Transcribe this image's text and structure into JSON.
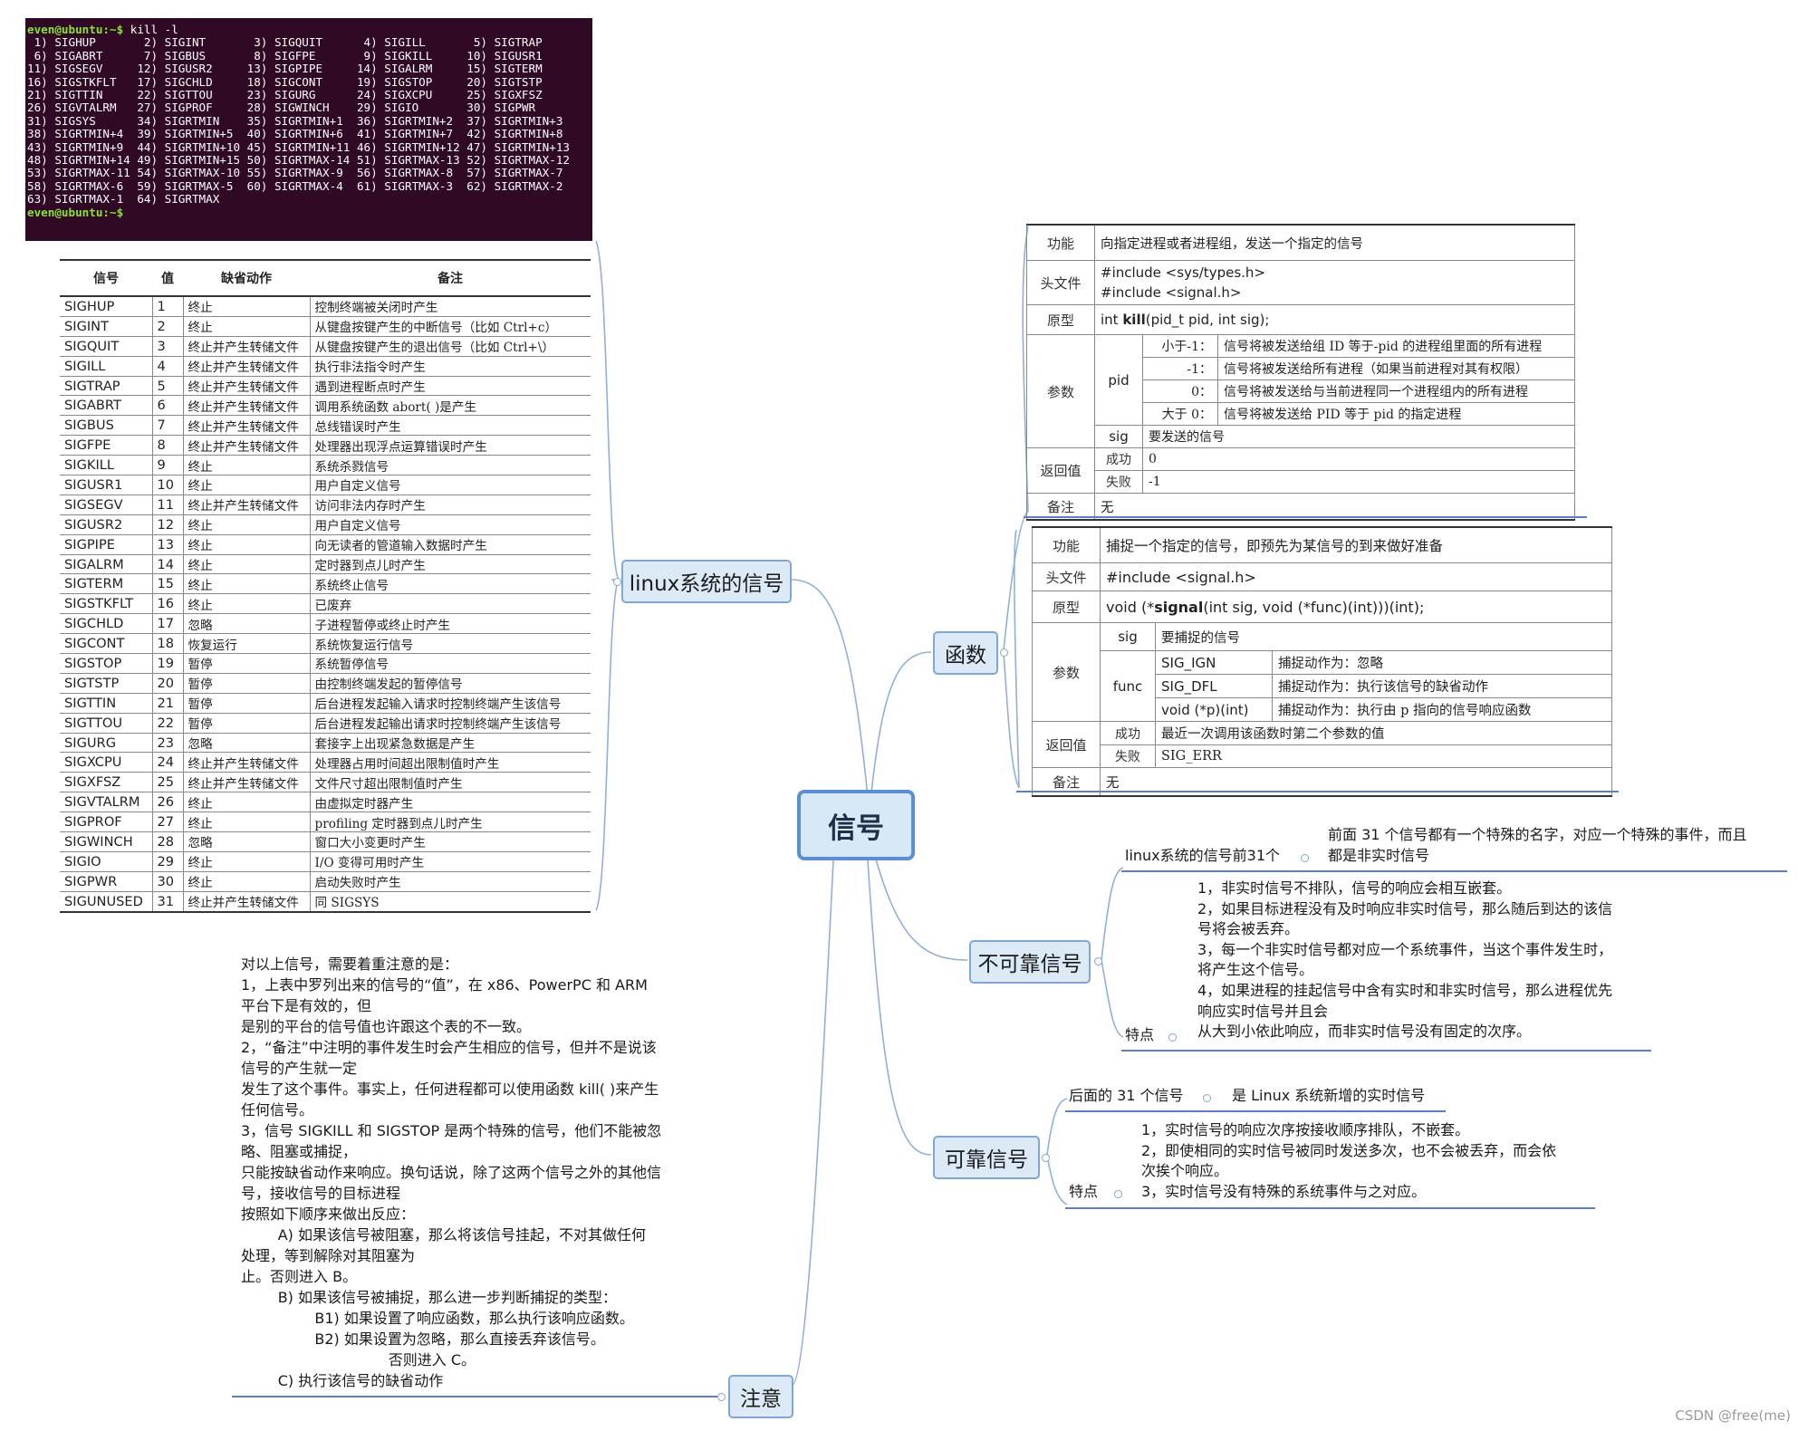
{
  "terminal": {
    "prompt1": "even@ubuntu:~$",
    "command": " kill -l",
    "lines": [
      " 1) SIGHUP       2) SIGINT       3) SIGQUIT      4) SIGILL       5) SIGTRAP",
      " 6) SIGABRT      7) SIGBUS       8) SIGFPE       9) SIGKILL     10) SIGUSR1",
      "11) SIGSEGV     12) SIGUSR2     13) SIGPIPE     14) SIGALRM     15) SIGTERM",
      "16) SIGSTKFLT   17) SIGCHLD     18) SIGCONT     19) SIGSTOP     20) SIGTSTP",
      "21) SIGTTIN     22) SIGTTOU     23) SIGURG      24) SIGXCPU     25) SIGXFSZ",
      "26) SIGVTALRM   27) SIGPROF     28) SIGWINCH    29) SIGIO       30) SIGPWR",
      "31) SIGSYS      34) SIGRTMIN    35) SIGRTMIN+1  36) SIGRTMIN+2  37) SIGRTMIN+3",
      "38) SIGRTMIN+4  39) SIGRTMIN+5  40) SIGRTMIN+6  41) SIGRTMIN+7  42) SIGRTMIN+8",
      "43) SIGRTMIN+9  44) SIGRTMIN+10 45) SIGRTMIN+11 46) SIGRTMIN+12 47) SIGRTMIN+13",
      "48) SIGRTMIN+14 49) SIGRTMIN+15 50) SIGRTMAX-14 51) SIGRTMAX-13 52) SIGRTMAX-12",
      "53) SIGRTMAX-11 54) SIGRTMAX-10 55) SIGRTMAX-9  56) SIGRTMAX-8  57) SIGRTMAX-7",
      "58) SIGRTMAX-6  59) SIGRTMAX-5  60) SIGRTMAX-4  61) SIGRTMAX-3  62) SIGRTMAX-2",
      "63) SIGRTMAX-1  64) SIGRTMAX"
    ],
    "prompt2": "even@ubuntu:~$"
  },
  "signal_table": {
    "headers": [
      "信号",
      "值",
      "缺省动作",
      "备注"
    ],
    "rows": [
      [
        "SIGHUP",
        "1",
        "终止",
        "控制终端被关闭时产生"
      ],
      [
        "SIGINT",
        "2",
        "终止",
        "从键盘按键产生的中断信号（比如 Ctrl+c）"
      ],
      [
        "SIGQUIT",
        "3",
        "终止并产生转储文件",
        "从键盘按键产生的退出信号（比如 Ctrl+\\）"
      ],
      [
        "SIGILL",
        "4",
        "终止并产生转储文件",
        "执行非法指令时产生"
      ],
      [
        "SIGTRAP",
        "5",
        "终止并产生转储文件",
        "遇到进程断点时产生"
      ],
      [
        "SIGABRT",
        "6",
        "终止并产生转储文件",
        "调用系统函数 abort( )是产生"
      ],
      [
        "SIGBUS",
        "7",
        "终止并产生转储文件",
        "总线错误时产生"
      ],
      [
        "SIGFPE",
        "8",
        "终止并产生转储文件",
        "处理器出现浮点运算错误时产生"
      ],
      [
        "SIGKILL",
        "9",
        "终止",
        "系统杀戮信号"
      ],
      [
        "SIGUSR1",
        "10",
        "终止",
        "用户自定义信号"
      ],
      [
        "SIGSEGV",
        "11",
        "终止并产生转储文件",
        "访问非法内存时产生"
      ],
      [
        "SIGUSR2",
        "12",
        "终止",
        "用户自定义信号"
      ],
      [
        "SIGPIPE",
        "13",
        "终止",
        "向无读者的管道输入数据时产生"
      ],
      [
        "SIGALRM",
        "14",
        "终止",
        "定时器到点儿时产生"
      ],
      [
        "SIGTERM",
        "15",
        "终止",
        "系统终止信号"
      ],
      [
        "SIGSTKFLT",
        "16",
        "终止",
        "已废弃"
      ],
      [
        "SIGCHLD",
        "17",
        "忽略",
        "子进程暂停或终止时产生"
      ],
      [
        "SIGCONT",
        "18",
        "恢复运行",
        "系统恢复运行信号"
      ],
      [
        "SIGSTOP",
        "19",
        "暂停",
        "系统暂停信号"
      ],
      [
        "SIGTSTP",
        "20",
        "暂停",
        "由控制终端发起的暂停信号"
      ],
      [
        "SIGTTIN",
        "21",
        "暂停",
        "后台进程发起输入请求时控制终端产生该信号"
      ],
      [
        "SIGTTOU",
        "22",
        "暂停",
        "后台进程发起输出请求时控制终端产生该信号"
      ],
      [
        "SIGURG",
        "23",
        "忽略",
        "套接字上出现紧急数据是产生"
      ],
      [
        "SIGXCPU",
        "24",
        "终止并产生转储文件",
        "处理器占用时间超出限制值时产生"
      ],
      [
        "SIGXFSZ",
        "25",
        "终止并产生转储文件",
        "文件尺寸超出限制值时产生"
      ],
      [
        "SIGVTALRM",
        "26",
        "终止",
        "由虚拟定时器产生"
      ],
      [
        "SIGPROF",
        "27",
        "终止",
        "profiling 定时器到点儿时产生"
      ],
      [
        "SIGWINCH",
        "28",
        "忽略",
        "窗口大小变更时产生"
      ],
      [
        "SIGIO",
        "29",
        "终止",
        "I/O 变得可用时产生"
      ],
      [
        "SIGPWR",
        "30",
        "终止",
        "启动失败时产生"
      ],
      [
        "SIGUNUSED",
        "31",
        "终止并产生转储文件",
        "同 SIGSYS"
      ]
    ]
  },
  "kill_table": {
    "func_label": "功能",
    "func": "向指定进程或者进程组，发送一个指定的信号",
    "header_label": "头文件",
    "header1": "#include <sys/types.h>",
    "header2": "#include <signal.h>",
    "proto_label": "原型",
    "proto_pre": "int ",
    "proto_bold": "kill",
    "proto_post": "(pid_t pid, int sig);",
    "param_label": "参数",
    "pid": "pid",
    "pid_rows": [
      [
        "小于-1：",
        "信号将被发送给组 ID 等于-pid 的进程组里面的所有进程"
      ],
      [
        "-1：",
        "信号将被发送给所有进程（如果当前进程对其有权限）"
      ],
      [
        "0：",
        "信号将被发送给与当前进程同一个进程组内的所有进程"
      ],
      [
        "大于 0：",
        "信号将被发送给 PID 等于 pid 的指定进程"
      ]
    ],
    "sig": "sig",
    "sig_desc": "要发送的信号",
    "ret_label": "返回值",
    "succ": "成功",
    "succ_val": "0",
    "fail": "失败",
    "fail_val": "-1",
    "note_label": "备注",
    "note": "无"
  },
  "signal_func_table": {
    "func_label": "功能",
    "func": "捕捉一个指定的信号，即预先为某信号的到来做好准备",
    "header_label": "头文件",
    "header": "#include <signal.h>",
    "proto_label": "原型",
    "proto_pre": "void (*",
    "proto_bold": "signal",
    "proto_post": "(int sig, void (*func)(int)))(int);",
    "param_label": "参数",
    "sig": "sig",
    "sig_desc": "要捕捉的信号",
    "func_param": "func",
    "func_rows": [
      [
        "SIG_IGN",
        "捕捉动作为：忽略"
      ],
      [
        "SIG_DFL",
        "捕捉动作为：执行该信号的缺省动作"
      ],
      [
        "void (*p)(int)",
        "捕捉动作为：执行由 p 指向的信号响应函数"
      ]
    ],
    "ret_label": "返回值",
    "succ": "成功",
    "succ_val": "最近一次调用该函数时第二个参数的值",
    "fail": "失败",
    "fail_val": "SIG_ERR",
    "note_label": "备注",
    "note": "无"
  },
  "mindmap": {
    "center": "信号",
    "linux_signals": "linux系统的信号",
    "functions": "函数",
    "unreliable": "不可靠信号",
    "reliable": "可靠信号",
    "notes": "注意",
    "unreliable_first31_label": "linux系统的信号前31个",
    "unreliable_first31_desc1": "前面 31 个信号都有一个特殊的名字，对应一个特殊的事件，而且",
    "unreliable_first31_desc2": "都是非实时信号",
    "unreliable_feature_label": "特点",
    "unreliable_features": [
      "1，非实时信号不排队，信号的响应会相互嵌套。",
      "2，如果目标进程没有及时响应非实时信号，那么随后到达的该信",
      "号将会被丢弃。",
      "3，每一个非实时信号都对应一个系统事件，当这个事件发生时，",
      "将产生这个信号。",
      "4，如果进程的挂起信号中含有实时和非实时信号，那么进程优先",
      "响应实时信号并且会",
      "从大到小依此响应，而非实时信号没有固定的次序。"
    ],
    "reliable_last31_label": "后面的 31 个信号",
    "reliable_last31_desc": "是 Linux 系统新增的实时信号",
    "reliable_feature_label": "特点",
    "reliable_features": [
      "1，实时信号的响应次序按接收顺序排队，不嵌套。",
      "2，即使相同的实时信号被同时发送多次，也不会被丢弃，而会依",
      "次挨个响应。",
      "3，实时信号没有特殊的系统事件与之对应。"
    ],
    "notes_text": "对以上信号，需要着重注意的是：\n1，上表中罗列出来的信号的“值”，在 x86、PowerPC 和 ARM\n平台下是有效的，但\n是别的平台的信号值也许跟这个表的不一致。\n2，“备注”中注明的事件发生时会产生相应的信号，但并不是说该\n信号的产生就一定\n发生了这个事件。事实上，任何进程都可以使用函数 kill( )来产生\n任何信号。\n3，信号 SIGKILL 和 SIGSTOP 是两个特殊的信号，他们不能被忽\n略、阻塞或捕捉，\n只能按缺省动作来响应。换句话说，除了这两个信号之外的其他信\n号，接收信号的目标进程\n按照如下顺序来做出反应：\n        A) 如果该信号被阻塞，那么将该信号挂起，不对其做任何\n处理，等到解除对其阻塞为\n止。否则进入 B。\n        B) 如果该信号被捕捉，那么进一步判断捕捉的类型：\n                B1) 如果设置了响应函数，那么执行该响应函数。\n                B2) 如果设置为忽略，那么直接丢弃该信号。\n                                否则进入 C。\n        C) 执行该信号的缺省动作"
  },
  "watermark": "CSDN @free(me)",
  "colors": {
    "node_fill": "#dbeaf6",
    "node_border": "#7fa7d3",
    "link": "#8fb0dc",
    "underline": "#5b7fc4",
    "terminal_bg": "#300a24"
  }
}
